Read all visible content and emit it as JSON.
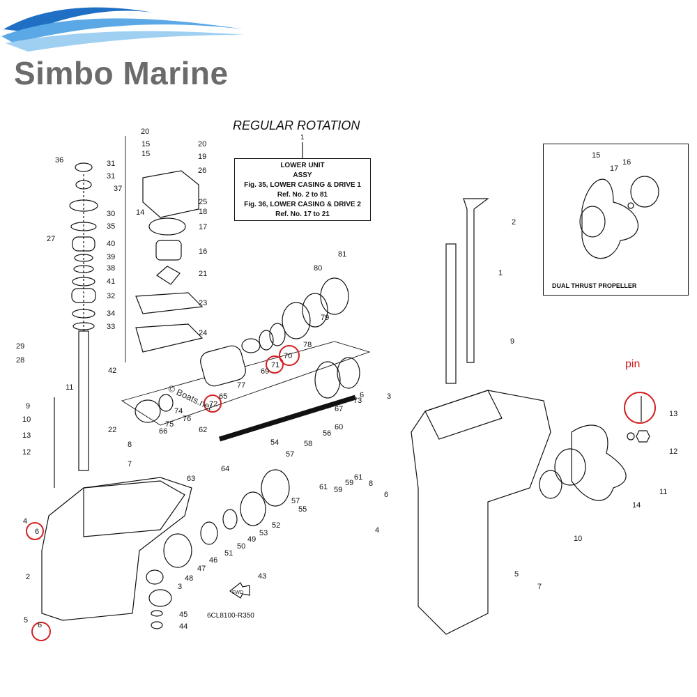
{
  "brand": {
    "name": "Simbo Marine",
    "wave_colors": [
      "#1f6fc4",
      "#5aa8e6",
      "#9fd0f2"
    ]
  },
  "diagram": {
    "title": "REGULAR ROTATION",
    "ref_box": {
      "callout": "1",
      "lines": [
        "LOWER UNIT",
        "ASSY",
        "Fig. 35, LOWER CASING & DRIVE 1",
        "Ref. No. 2 to 81",
        "Fig. 36, LOWER CASING & DRIVE 2",
        "Ref. No. 17 to 21"
      ]
    },
    "inset_label": "DUAL THRUST PROPELLER",
    "drawing_code": "6CL8100-R350",
    "watermark": "© Boats.net",
    "fwd_label": "FWD",
    "annotation": "pin",
    "highlight_color": "#d42020",
    "highlighted_refs": [
      "6",
      "6",
      "70",
      "71",
      "72",
      "13"
    ]
  }
}
